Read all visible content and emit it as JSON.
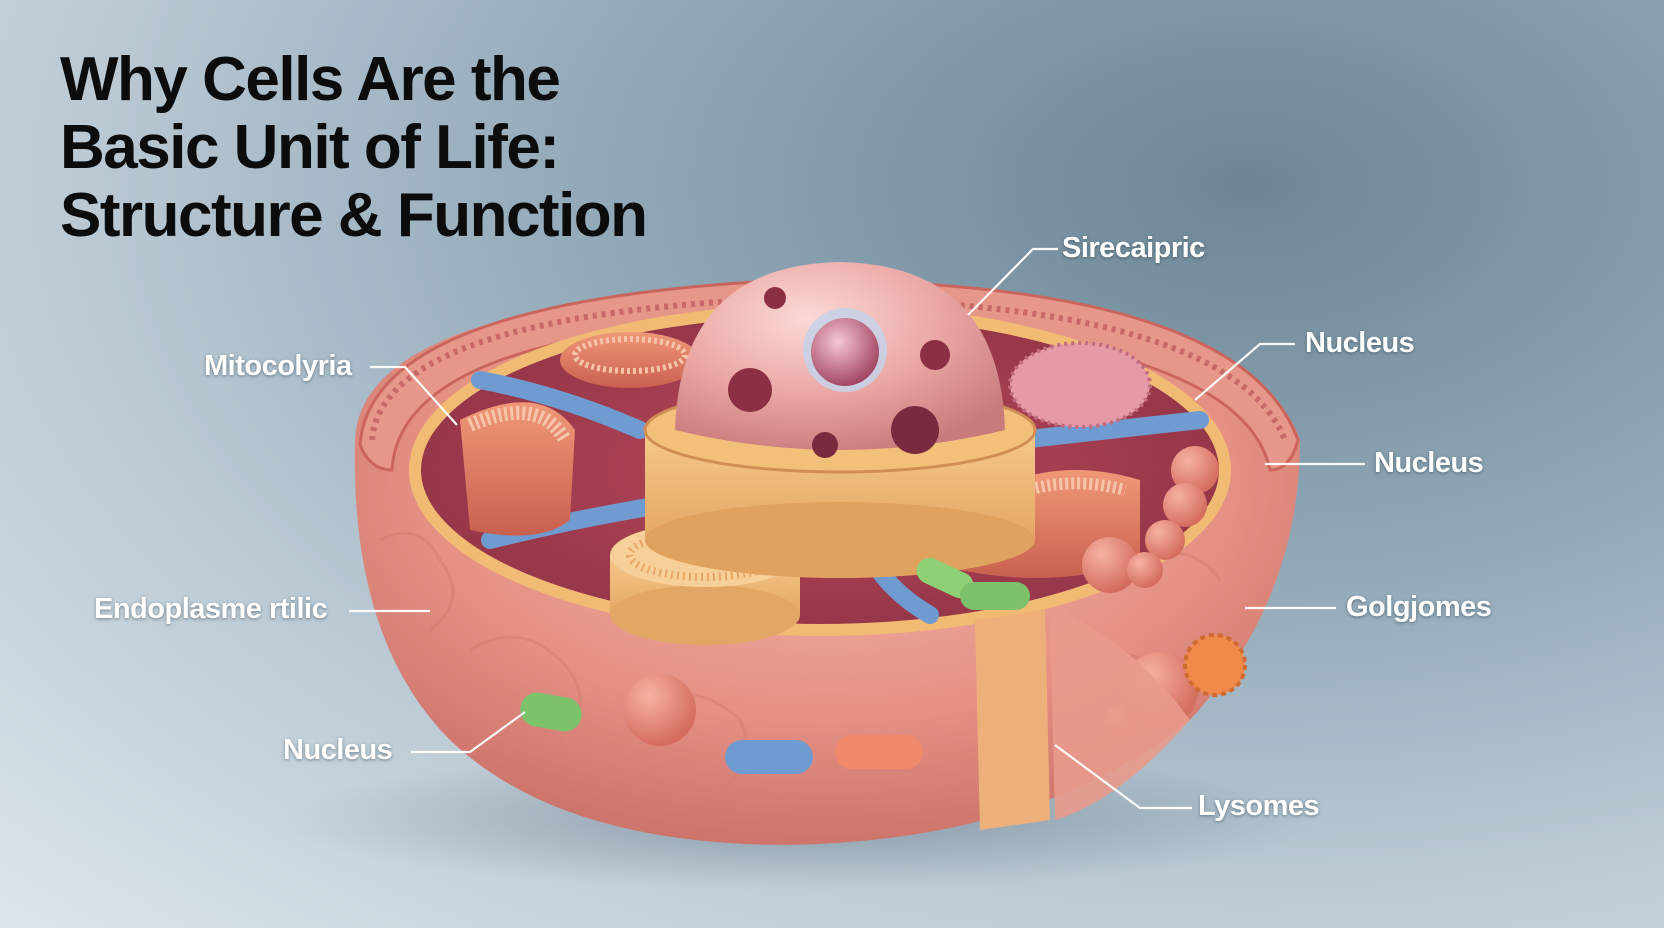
{
  "title": {
    "line1": "Why Cells Are the",
    "line2": "Basic Unit of Life:",
    "line3": "Structure & Function"
  },
  "labels": {
    "top_right": "Sirecaipric",
    "upper_left": "Mitocolyria",
    "right_upper": "Nucleus",
    "right_middle": "Nucleus",
    "left_middle": "Endoplasme rtilic",
    "right_lower": "Golgjomes",
    "left_lower": "Nucleus",
    "bottom_right": "Lysomes"
  },
  "colors": {
    "membrane": "#e89a8e",
    "membrane_inner": "#f3c07a",
    "nucleus": "#e8a3a0",
    "mitochondria": "#e07a62",
    "er_tube": "#6f9bd1",
    "vesicle_green": "#7cc26a"
  }
}
